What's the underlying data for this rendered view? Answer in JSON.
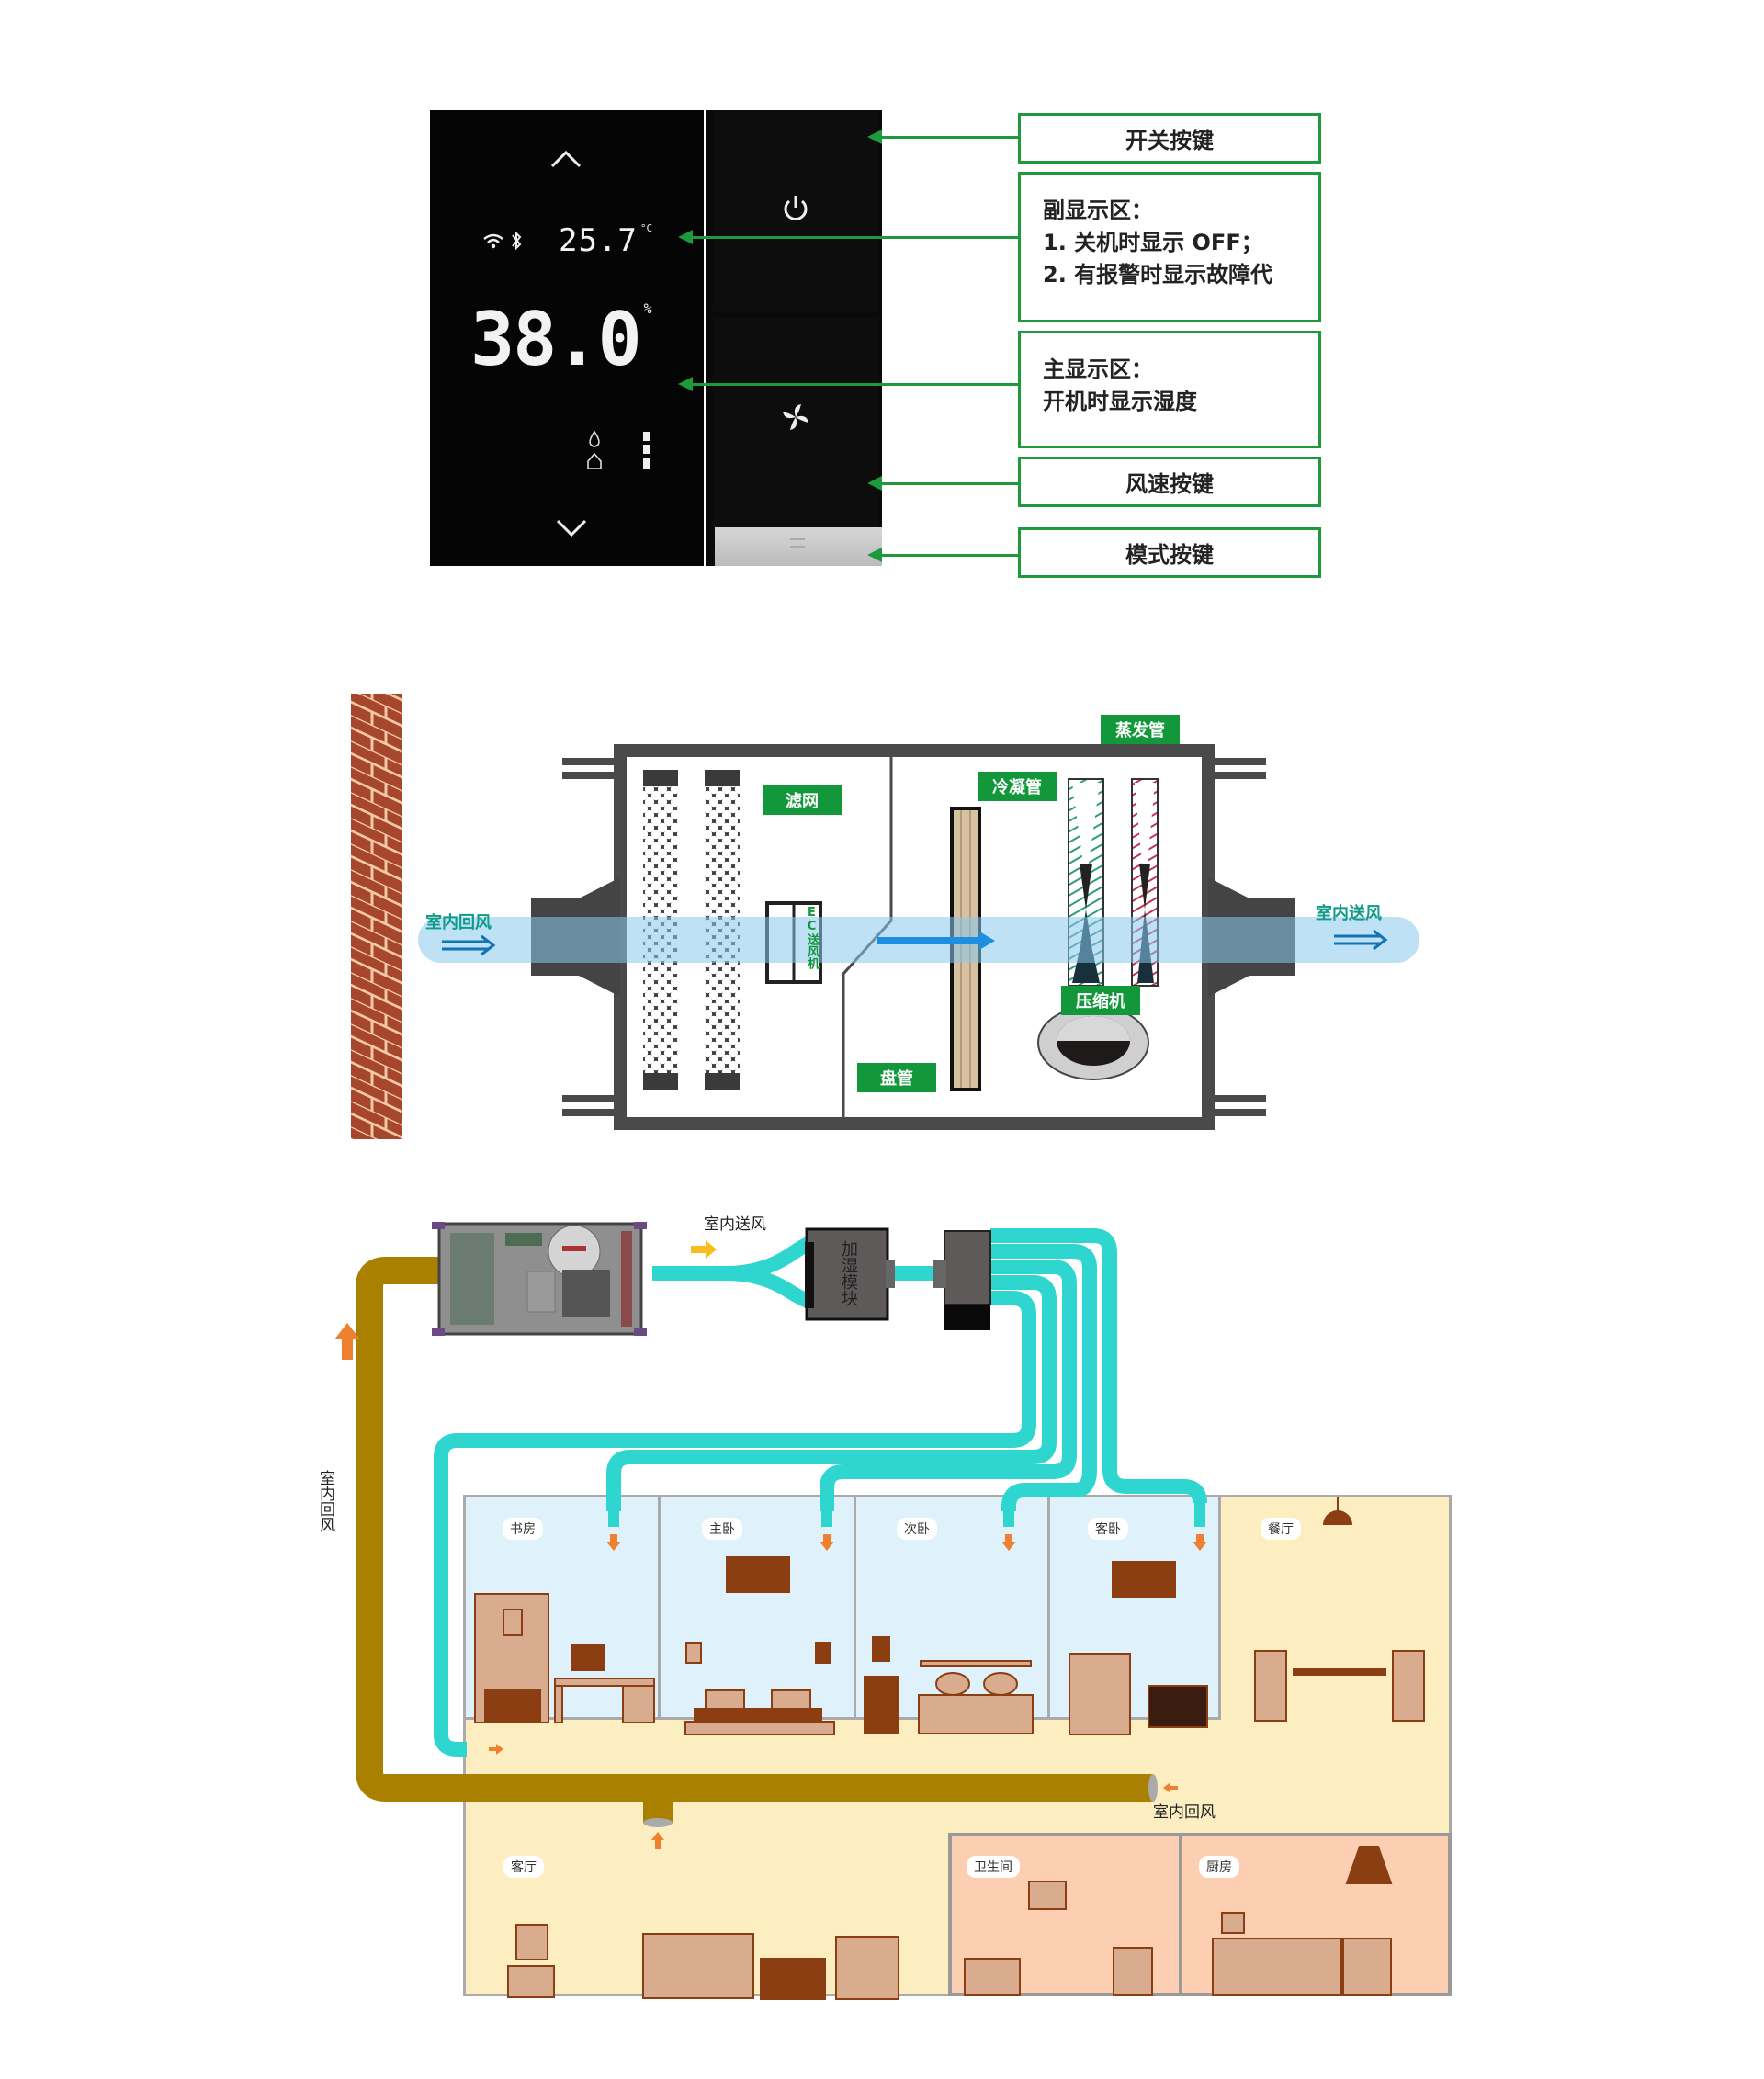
{
  "thermostat": {
    "secondary_temp": "25.7",
    "temp_unit": "°C",
    "main_humidity": "38.0",
    "humidity_unit": "%",
    "icons": [
      "chevron-up-icon",
      "wifi-icon",
      "bluetooth-icon",
      "drop-icon",
      "home-icon",
      "chevron-down-icon",
      "power-icon",
      "fan-icon",
      "mode-icon"
    ],
    "fan_level_bars": 3
  },
  "callouts": {
    "power_key": "开关按键",
    "secondary_title": "副显示区：",
    "secondary_line1": "1. 关机时显示 OFF；",
    "secondary_line2": "2. 有报警时显示故障代",
    "main_title": "主显示区：",
    "main_line1": "开机时显示湿度",
    "fan_key": "风速按键",
    "mode_key": "模式按键"
  },
  "unit_diagram": {
    "filter": "滤网",
    "fan": "EC送风机",
    "coil": "盘管",
    "condenser": "冷凝管",
    "evaporator": "蒸发管",
    "compressor": "压缩机",
    "return_air": "室内回风",
    "supply_air": "室内送风"
  },
  "layout_diagram": {
    "supply_air": "室内送风",
    "humidifier": "加湿模块",
    "return_air_vertical": "室内回风",
    "return_air_bottom": "室内回风",
    "rooms": {
      "study": "书房",
      "master": "主卧",
      "second": "次卧",
      "guest": "客卧",
      "dining": "餐厅",
      "living": "客厅",
      "bathroom": "卫生间",
      "kitchen": "厨房"
    }
  },
  "colors": {
    "callout_green": "#1e9a3c",
    "label_green": "#12983a",
    "supply_duct": "#2fd5cf",
    "return_duct": "#a98000",
    "arrow_orange": "#ee8030",
    "bedroom_bg": "#dff2fb",
    "common_bg": "#fdeec1",
    "wet_bg": "#fccfb2",
    "furniture": "#8a3e12",
    "furniture_light": "#d9ab8f"
  }
}
